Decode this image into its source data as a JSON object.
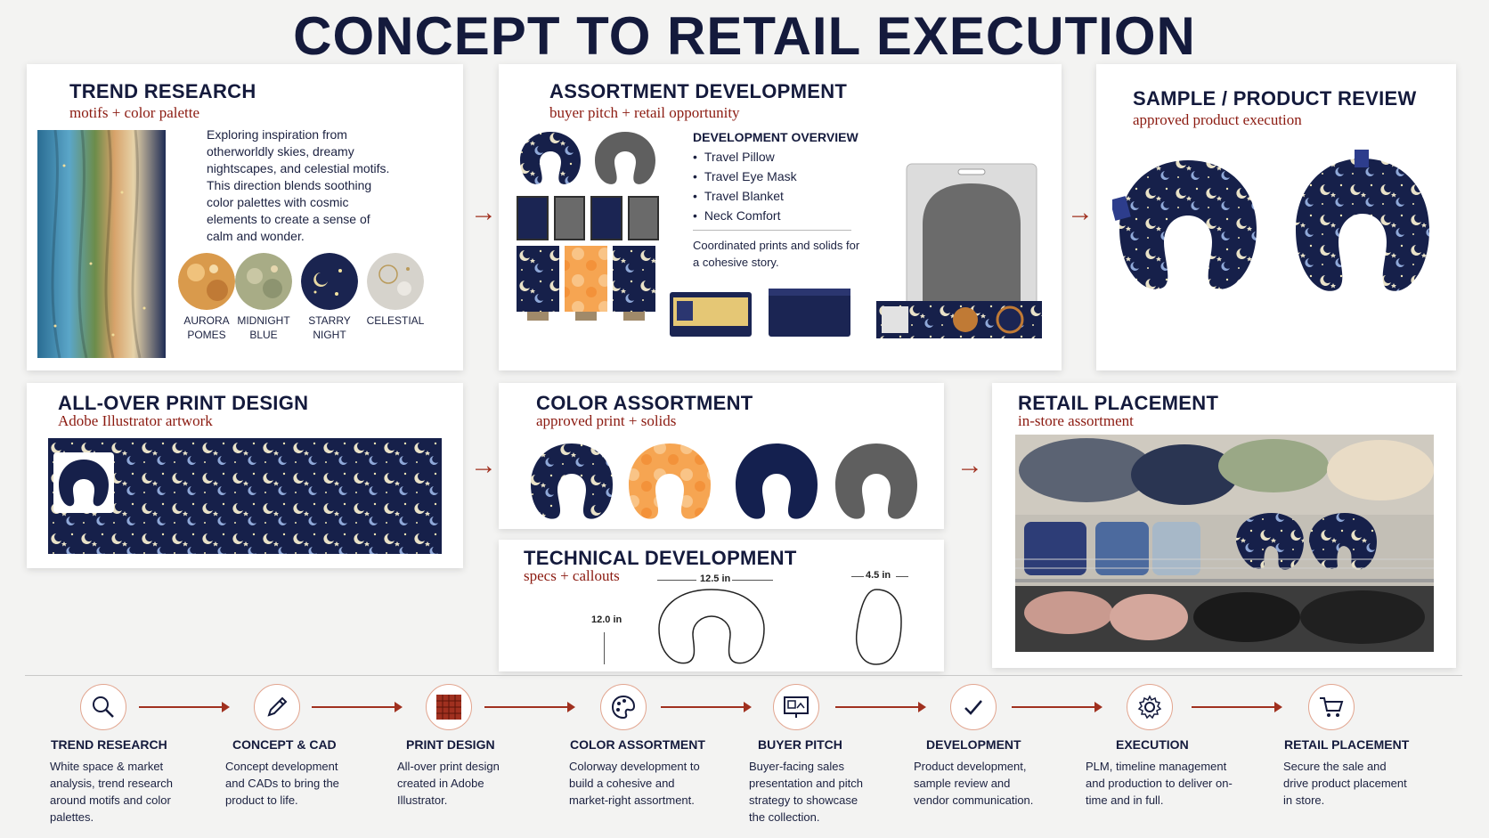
{
  "title": "CONCEPT TO RETAIL EXECUTION",
  "trend": {
    "title": "TREND RESEARCH",
    "subtitle": "motifs + color palette",
    "text": "Exploring inspiration from otherworldly skies, dreamy nightscapes, and celestial motifs. This direction blends soothing color palettes with cosmic elements to create a sense of calm and wonder.",
    "swatches": [
      {
        "line1": "AURORA",
        "line2": "POMES",
        "color": "#d99a4c"
      },
      {
        "line1": "MIDNIGHT",
        "line2": "BLUE",
        "color": "#a8ac86"
      },
      {
        "line1": "STARRY",
        "line2": "NIGHT",
        "color": "#1a2450"
      },
      {
        "line1": "CELESTIAL",
        "line2": "",
        "color": "#d6d3cc"
      }
    ]
  },
  "assortment": {
    "title": "ASSORTMENT DEVELOPMENT",
    "subtitle": "buyer pitch + retail opportunity",
    "overview_title": "DEVELOPMENT OVERVIEW",
    "items": [
      "Travel Pillow",
      "Travel Eye Mask",
      "Travel Blanket",
      "Neck Comfort"
    ],
    "note": "Coordinated prints and solids for a cohesive story."
  },
  "sample": {
    "title": "SAMPLE / PRODUCT REVIEW",
    "subtitle": "approved product execution"
  },
  "print": {
    "title": "ALL-OVER PRINT DESIGN",
    "subtitle": "Adobe Illustrator artwork"
  },
  "color": {
    "title": "COLOR ASSORTMENT",
    "subtitle": "approved print + solids"
  },
  "technical": {
    "title": "TECHNICAL DEVELOPMENT",
    "subtitle": "specs + callouts",
    "width_label": "12.5 in",
    "height_label": "12.0 in",
    "depth_label": "4.5 in"
  },
  "retail": {
    "title": "RETAIL PLACEMENT",
    "subtitle": "in-store assortment"
  },
  "timeline": [
    {
      "icon": "search-icon",
      "title": "TREND RESEARCH",
      "desc": "White space & market analysis, trend research around motifs and color palettes."
    },
    {
      "icon": "pencil-icon",
      "title": "CONCEPT & CAD",
      "desc": "Concept development and CADs to bring the product to life."
    },
    {
      "icon": "pattern-icon",
      "title": "PRINT DESIGN",
      "desc": "All-over print design created in Adobe Illustrator."
    },
    {
      "icon": "palette-icon",
      "title": "COLOR ASSORTMENT",
      "desc": "Colorway development to build a cohesive and market-right assortment."
    },
    {
      "icon": "presentation-icon",
      "title": "BUYER PITCH",
      "desc": "Buyer-facing sales presentation and pitch strategy to showcase the collection."
    },
    {
      "icon": "checkmark-icon",
      "title": "DEVELOPMENT",
      "desc": "Product development, sample review and vendor communication."
    },
    {
      "icon": "gear-icon",
      "title": "EXECUTION",
      "desc": "PLM, timeline management and production to deliver on-time and in full."
    },
    {
      "icon": "cart-icon",
      "title": "RETAIL PLACEMENT",
      "desc": "Secure the sale and drive product placement in store."
    }
  ],
  "colors": {
    "navy": "#141a3c",
    "accent_red": "#a0301f",
    "orange": "#f3a04f",
    "gray": "#5f5f5f"
  }
}
